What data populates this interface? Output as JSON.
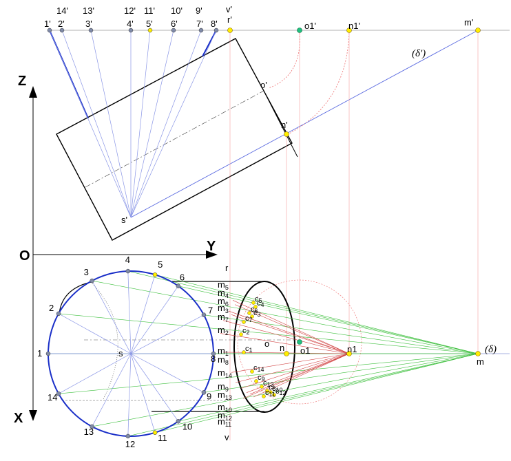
{
  "axes": {
    "z_label": "Z",
    "y_label": "Y",
    "x_label": "X",
    "origin_label": "O"
  },
  "colors": {
    "ring": "#1a2fc8",
    "ray": "#7f8fe0",
    "green": "#2fbf2f",
    "red": "#d04040",
    "pink": "#f08080",
    "point_gray": "#7f8aa8",
    "point_yellow": "#ffee00",
    "point_green": "#20c080"
  },
  "front_view": {
    "top_labels": [
      "14'",
      "13'",
      "12'",
      "11'",
      "10'",
      "9'",
      "v'"
    ],
    "row_labels": [
      "1'",
      "2'",
      "3'",
      "4'",
      "5'",
      "6'",
      "7'",
      "8'"
    ],
    "r_prime": "r'",
    "o1_prime": "o1'",
    "n1_prime": "n1'",
    "m_prime": "m'",
    "delta_prime": "(δ')",
    "o_prime": "o'",
    "n_prime": "n'",
    "s_prime": "s'"
  },
  "plan_view": {
    "circle_numbers": [
      "1",
      "2",
      "3",
      "4",
      "5",
      "6",
      "7",
      "8",
      "9",
      "10",
      "11",
      "12",
      "13",
      "14"
    ],
    "s_label": "s",
    "r_label": "r",
    "v_label": "v",
    "o_label": "o",
    "n_label": "n",
    "o1_label": "o1",
    "n1_label": "n1",
    "m_label": "m",
    "delta_label": "(δ)",
    "m_labels": [
      "m5",
      "m4",
      "m6",
      "m3",
      "m7",
      "m2",
      "m1",
      "m8",
      "m14",
      "m9",
      "m13",
      "m10",
      "m12",
      "m11"
    ],
    "c_labels": [
      "c5",
      "c4",
      "c6",
      "c3",
      "c7",
      "c2",
      "c1",
      "c14",
      "c9",
      "c13",
      "c8",
      "c10",
      "c11",
      "c12"
    ]
  }
}
